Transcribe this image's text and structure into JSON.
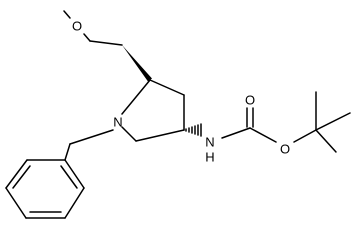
{
  "molecule": {
    "atoms": {
      "methoxy_oxygen": "O",
      "ring_nitrogen": "N",
      "amide_nitrogen": "N",
      "amide_h": "H",
      "carbonyl_oxygen": "O",
      "ester_oxygen": "O"
    }
  }
}
